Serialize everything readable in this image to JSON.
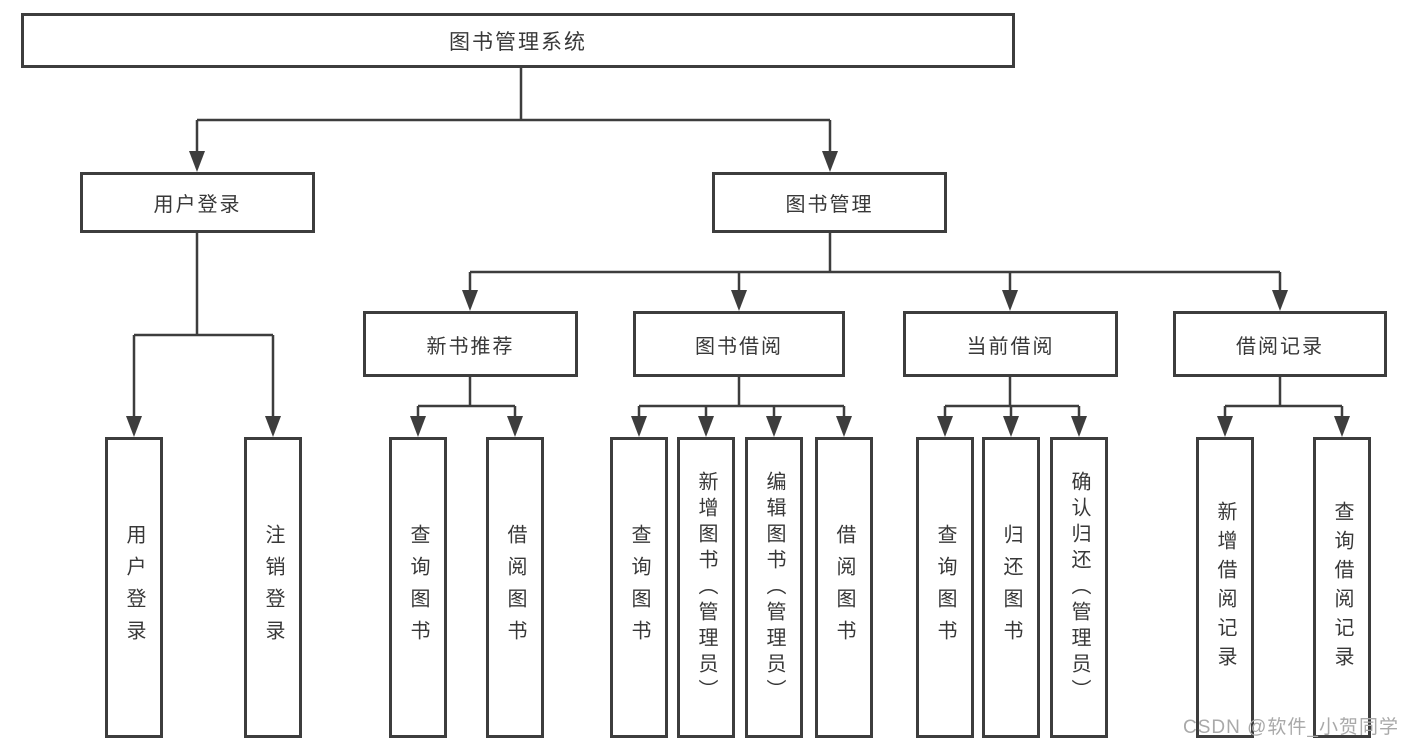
{
  "diagram": {
    "type": "tree",
    "root": {
      "label": "图书管理系统"
    },
    "branches": [
      {
        "label": "用户登录",
        "children": [
          {
            "label": "用户登录"
          },
          {
            "label": "注销登录"
          }
        ]
      },
      {
        "label": "图书管理",
        "children": [
          {
            "label": "新书推荐",
            "children": [
              {
                "label": "查询图书"
              },
              {
                "label": "借阅图书"
              }
            ]
          },
          {
            "label": "图书借阅",
            "children": [
              {
                "label": "查询图书"
              },
              {
                "label": "新增图书（管理员）"
              },
              {
                "label": "编辑图书（管理员）"
              },
              {
                "label": "借阅图书"
              }
            ]
          },
          {
            "label": "当前借阅",
            "children": [
              {
                "label": "查询图书"
              },
              {
                "label": "归还图书"
              },
              {
                "label": "确认归还（管理员）"
              }
            ]
          },
          {
            "label": "借阅记录",
            "children": [
              {
                "label": "新增借阅记录"
              },
              {
                "label": "查询借阅记录"
              }
            ]
          }
        ]
      }
    ]
  },
  "watermark": "CSDN @软件_小贺同学",
  "colors": {
    "line": "#3d3d3d",
    "text": "#383838",
    "watermark": "#a9a9a9",
    "background": "#ffffff"
  }
}
